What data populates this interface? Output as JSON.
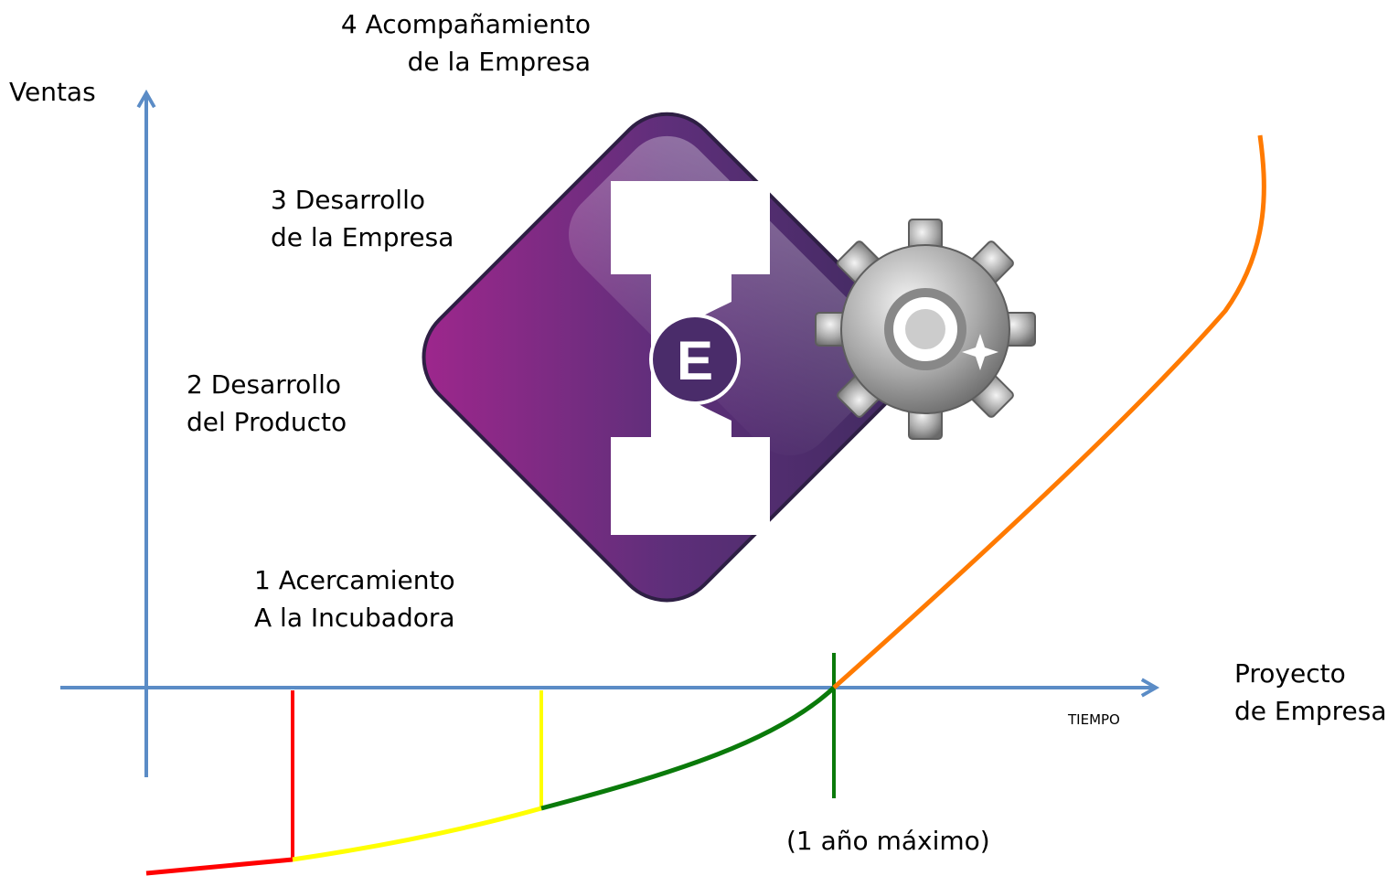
{
  "axes": {
    "y_label": "Ventas",
    "x_label_line1": "Proyecto",
    "x_label_line2": "de Empresa",
    "x_sublabel": "TIEMPO"
  },
  "stages": [
    {
      "line1": "1 Acercamiento",
      "line2": "A la Incubadora"
    },
    {
      "line1": "2 Desarrollo",
      "line2": "del Producto"
    },
    {
      "line1": "3 Desarrollo",
      "line2": "de la Empresa"
    },
    {
      "line1": "4 Acompañamiento",
      "line2": "de la Empresa"
    }
  ],
  "deadline_note": "(1 año máximo)",
  "logo": {
    "letter": "E",
    "name": "logo-ie-gear"
  },
  "colors": {
    "axis": "#5b8cc6",
    "stage1": "#ff0000",
    "stage2": "#ffff00",
    "stage3": "#0a7a0a",
    "stage4": "#ff7a00",
    "logo_dark": "#4a2c6a",
    "logo_magenta": "#a3268e"
  }
}
